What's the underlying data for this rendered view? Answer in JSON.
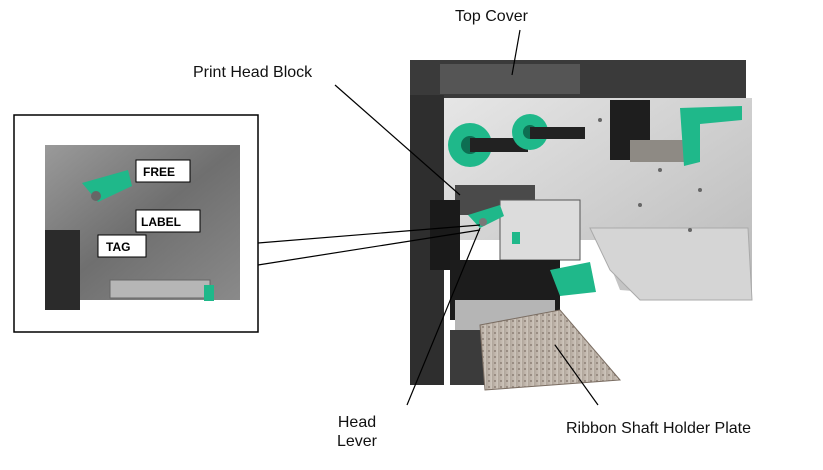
{
  "labels": {
    "top_cover": "Top Cover",
    "print_head_block": "Print Head Block",
    "head_lever_line1": "Head",
    "head_lever_line2": "Lever",
    "ribbon_shaft_holder_plate": "Ribbon Shaft Holder Plate"
  },
  "inset": {
    "free": "FREE",
    "label": "LABEL",
    "tag": "TAG"
  },
  "colors": {
    "lever_green": "#1fb88a",
    "metal": "#c9c9c9",
    "dark_metal": "#2b2b2b"
  }
}
